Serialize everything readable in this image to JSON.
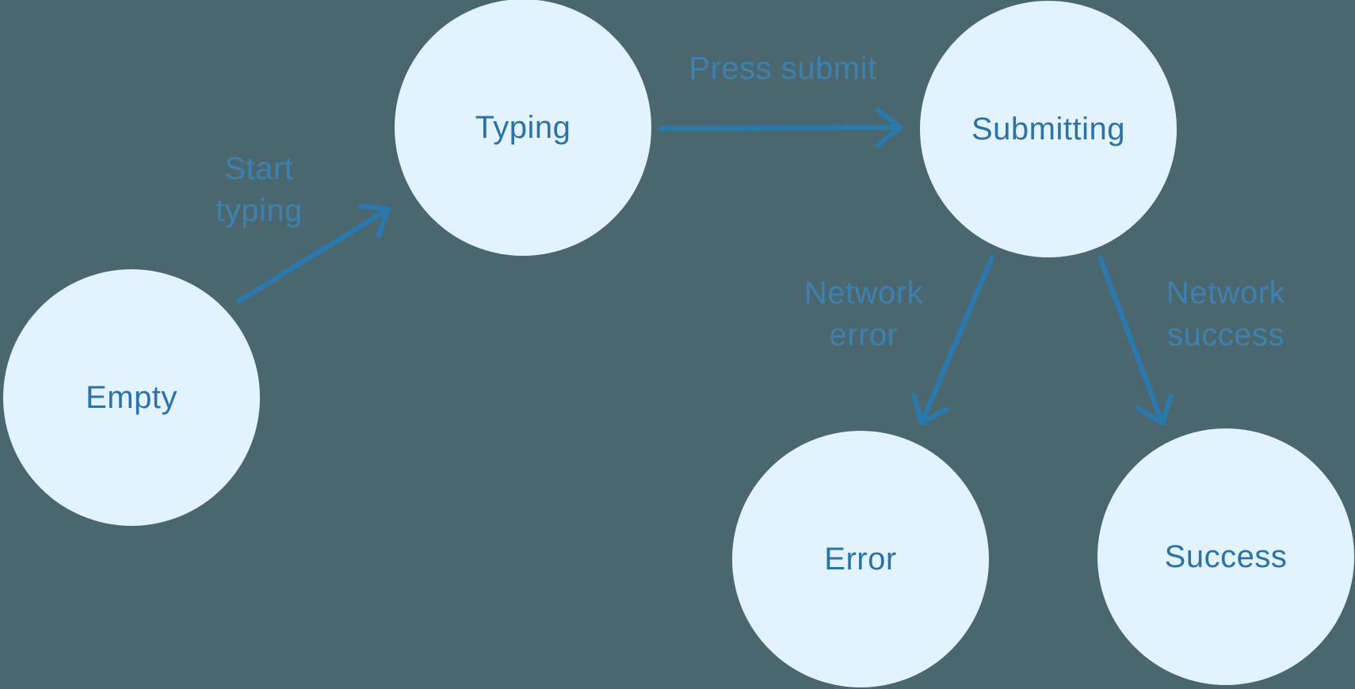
{
  "colors": {
    "background": "#4A6770",
    "node_fill": "#E3F3FD",
    "node_text": "#2C72A4",
    "edge_stroke": "#2B78AD",
    "edge_label_text": "#3F81AE"
  },
  "diagram": {
    "type": "state-machine",
    "title": "",
    "nodes": [
      {
        "id": "empty",
        "label": "Empty"
      },
      {
        "id": "typing",
        "label": "Typing"
      },
      {
        "id": "submitting",
        "label": "Submitting"
      },
      {
        "id": "error",
        "label": "Error"
      },
      {
        "id": "success",
        "label": "Success"
      }
    ],
    "edges": [
      {
        "from": "empty",
        "to": "typing",
        "label": "Start typing"
      },
      {
        "from": "typing",
        "to": "submitting",
        "label": "Press submit"
      },
      {
        "from": "submitting",
        "to": "error",
        "label": "Network error"
      },
      {
        "from": "submitting",
        "to": "success",
        "label": "Network success"
      }
    ]
  }
}
